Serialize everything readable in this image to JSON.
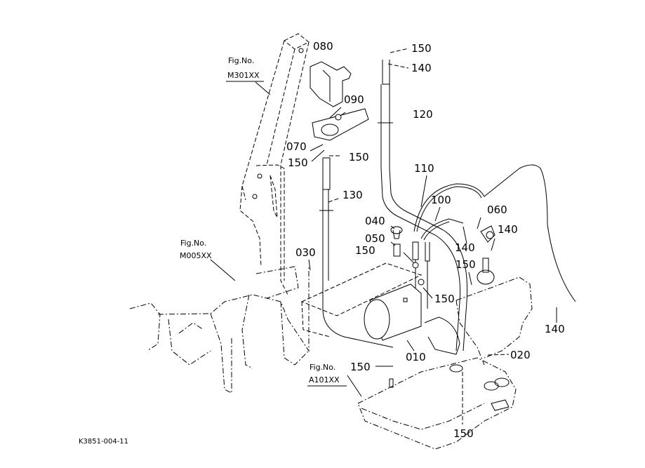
{
  "diagram": {
    "drawing_code": "K3851-004-11",
    "figure_refs": [
      {
        "id": "m301",
        "label": "Fig.No.",
        "ref": "M301XX"
      },
      {
        "id": "m005",
        "label": "Fig.No.",
        "ref": "M005XX"
      },
      {
        "id": "a101",
        "label": "Fig.No.",
        "ref": "A101XX"
      }
    ],
    "callouts": [
      {
        "id": "c080",
        "text": "080"
      },
      {
        "id": "c150a",
        "text": "150"
      },
      {
        "id": "c140a",
        "text": "140"
      },
      {
        "id": "c090",
        "text": "090"
      },
      {
        "id": "c120",
        "text": "120"
      },
      {
        "id": "c070",
        "text": "070"
      },
      {
        "id": "c150b",
        "text": "150"
      },
      {
        "id": "c150c",
        "text": "150"
      },
      {
        "id": "c110",
        "text": "110"
      },
      {
        "id": "c130",
        "text": "130"
      },
      {
        "id": "c100",
        "text": "100"
      },
      {
        "id": "c060",
        "text": "060"
      },
      {
        "id": "c040",
        "text": "040"
      },
      {
        "id": "c140b",
        "text": "140"
      },
      {
        "id": "c050",
        "text": "050"
      },
      {
        "id": "c140c",
        "text": "140"
      },
      {
        "id": "c150d",
        "text": "150"
      },
      {
        "id": "c030",
        "text": "030"
      },
      {
        "id": "c150e",
        "text": "150"
      },
      {
        "id": "c150f",
        "text": "150"
      },
      {
        "id": "c140d",
        "text": "140"
      },
      {
        "id": "c020",
        "text": "020"
      },
      {
        "id": "c010",
        "text": "010"
      },
      {
        "id": "c150g",
        "text": "150"
      },
      {
        "id": "c150h",
        "text": "150"
      }
    ]
  }
}
